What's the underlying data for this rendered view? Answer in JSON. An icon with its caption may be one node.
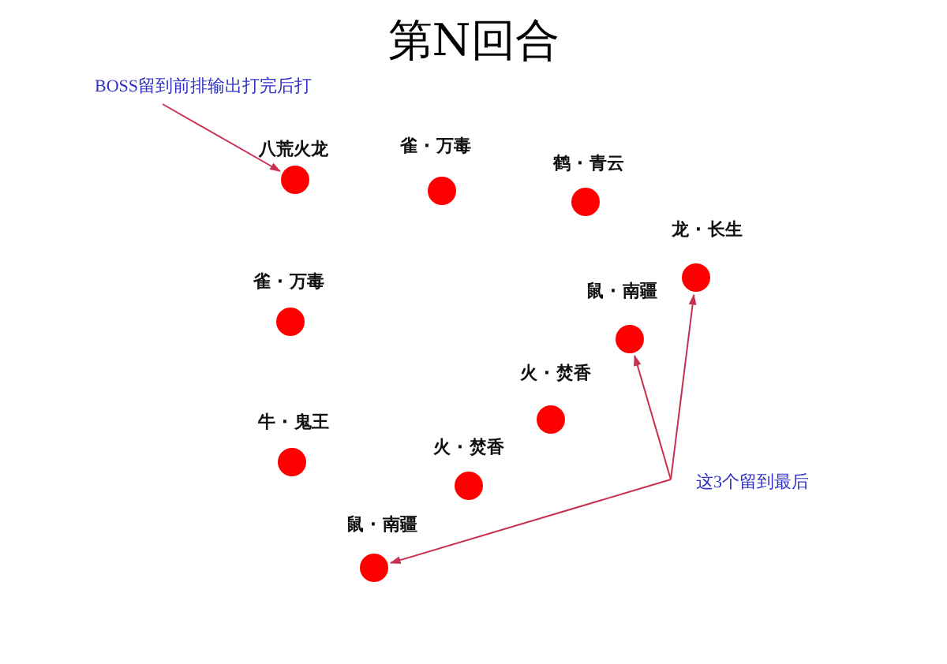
{
  "diagram": {
    "title": "第N回合",
    "nodes": [
      {
        "text": [
          "BOSS留到前排输出打完后打"
        ]
      },
      {
        "text": [
          "八荒火龙"
        ]
      },
      {
        "text": [
          "雀 · 万毒"
        ]
      },
      {
        "text": [
          "鹤 · 青云"
        ]
      },
      {
        "text": [
          "龙 · 长生"
        ]
      },
      {
        "text": [
          "雀 · 万毒"
        ]
      },
      {
        "text": [
          "鼠 · 南疆"
        ]
      },
      {
        "text": [
          "火 · 焚香"
        ]
      },
      {
        "text": [
          "牛 · 鬼王"
        ]
      },
      {
        "text": [
          "火 · 焚香"
        ]
      },
      {
        "text": [
          "鼠 · 南疆"
        ]
      },
      {
        "text": [
          "这3个留到最后"
        ]
      }
    ],
    "edges": [
      {
        "from": 0,
        "to": 1,
        "arrow": "to"
      },
      {
        "from": 11,
        "to": 6,
        "arrow": "to"
      },
      {
        "from": 11,
        "to": 4,
        "arrow": "to"
      },
      {
        "from": 11,
        "to": 10,
        "arrow": "to"
      }
    ]
  }
}
